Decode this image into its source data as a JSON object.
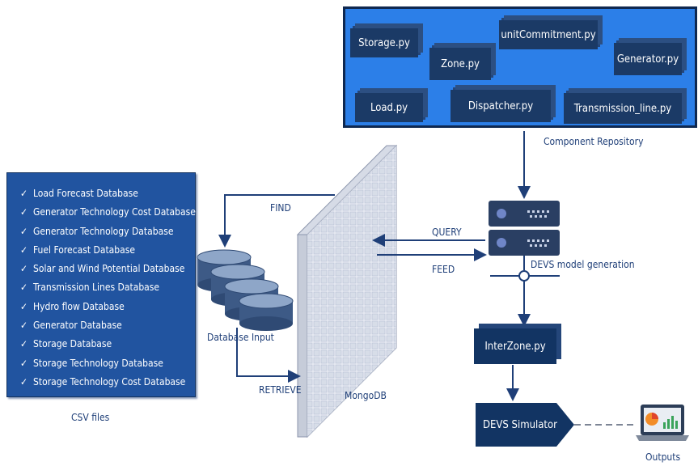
{
  "csv": {
    "items": [
      "Load Forecast Database",
      "Generator Technology Cost Database",
      "Generator Technology Database",
      "Fuel Forecast Database",
      "Solar and Wind Potential Database",
      "Transmission Lines Database",
      "Hydro flow Database",
      "Generator Database",
      "Storage Database",
      "Storage Technology Database",
      "Storage Technology Cost Database"
    ],
    "label": "CSV files"
  },
  "repo": {
    "modules": [
      "Storage.py",
      "unitCommitment.py",
      "Zone.py",
      "Generator.py",
      "Load.py",
      "Dispatcher.py",
      "Transmission_line.py"
    ],
    "label": "Component Repository"
  },
  "db": {
    "input_label": "Database Input",
    "mongo_label": "MongoDB"
  },
  "arrows": {
    "find": "FIND",
    "retrieve": "RETRIEVE",
    "query": "QUERY",
    "feed": "FEED"
  },
  "devs": {
    "generation_label": "DEVS  model generation",
    "interzone": "InterZone.py",
    "simulator": "DEVS Simulator",
    "outputs": "Outputs"
  },
  "colors": {
    "panel_blue": "#2154a0",
    "repo_blue": "#2c7fe8",
    "dark_node": "#123463",
    "text_blue": "#1f3f78"
  }
}
